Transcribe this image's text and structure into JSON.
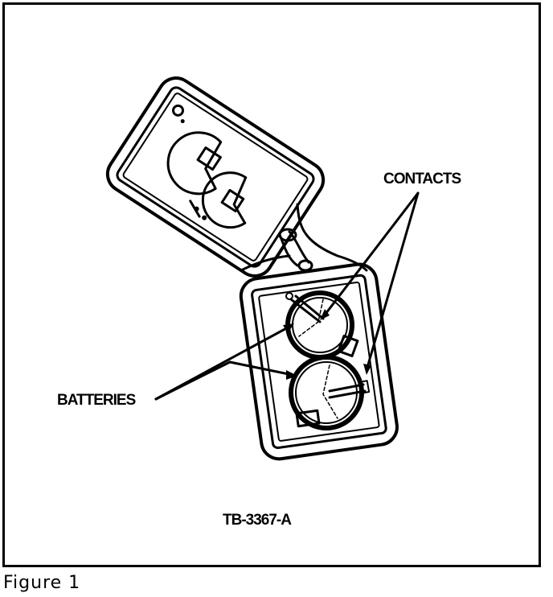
{
  "figure": {
    "caption": "Figure 1",
    "code": "TB-3367-A",
    "labels": {
      "contacts": "CONTACTS",
      "batteries": "BATTERIES"
    },
    "colors": {
      "line": "#000000",
      "background": "#ffffff"
    }
  }
}
